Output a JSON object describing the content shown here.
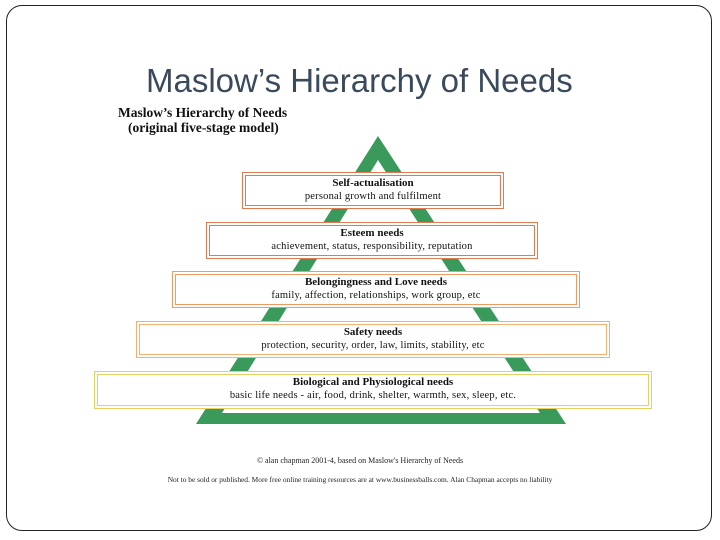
{
  "slide": {
    "title": "Maslow’s Hierarchy of Needs"
  },
  "figure": {
    "title_line1": "Maslow’s Hierarchy of Needs",
    "title_line2": "(original five-stage model)",
    "levels": [
      {
        "name": "Self-actualisation",
        "description": "personal growth and fulfilment",
        "border_color": "#e07a50"
      },
      {
        "name": "Esteem needs",
        "description": "achievement, status, responsibility, reputation",
        "border_color": "#e07a50"
      },
      {
        "name": "Belongingness and Love needs",
        "description": "family, affection, relationships, work group, etc",
        "border_color": "#f09a60"
      },
      {
        "name": "Safety needs",
        "description": "protection, security, order, law, limits, stability, etc",
        "border_color": "#f5b070"
      },
      {
        "name": "Biological and Physiological needs",
        "description": "basic life needs - air, food, drink, shelter, warmth, sex, sleep, etc.",
        "border_color": "#e8d060"
      }
    ],
    "triangle_color": "#3a9a5c",
    "credit_line1": "© alan chapman 2001-4, based on Maslow's Hierarchy of Needs",
    "credit_line2": "Not to be sold or published. More free online training resources are at www.businessballs.com. Alan Chapman accepts no liability"
  }
}
